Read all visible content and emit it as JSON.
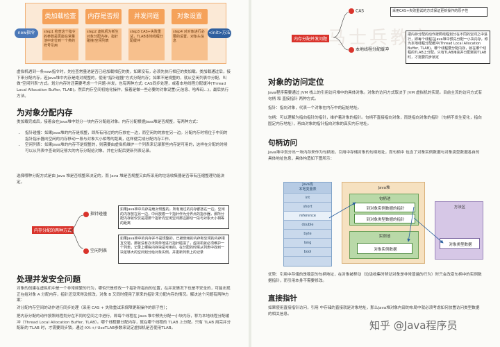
{
  "top_flow": {
    "start_label": "new指令",
    "end_label": "<init>方法",
    "steps": [
      {
        "title": "类加载检查",
        "body": "step1 检查这个指令的参数是否能在常量池中定位到一个类的符号引用"
      },
      {
        "title": "内存是否规整",
        "body": "step2 虚拟机为新生对象分配内存，指针碰撞/空闲列表"
      },
      {
        "title": "并发问题",
        "body": "step3 CAS+失败重试，TLAB本地线程分配缓冲"
      },
      {
        "title": "对象设置",
        "body": "step4 对对象进行必要的设置，对象头信息"
      }
    ]
  },
  "left": {
    "intro": "虚拟机遇到一条new指令时，先检查常量池是否已经加载相应的类，如果没有，必须先执行相应的类加载。类加载通过后，接下来分配内存。若Java堆中内存是绝对规整的，使用\"指针碰撞\"方式分配内存；如果不是规整的，就从空闲列表中分配，叫做\"空闲列表\"方式。划分内存时还需要考虑一个问题-并发，也有两种方式: CAS同步处理，或者本地线程分配缓冲(Thread Local Allocation Buffer, TLAB)。然后内存空间初始化操作，接着是做一些必要的对象设置(元信息、哈希码…)，最后执行方法。",
    "section1_title": "为对象分配内存",
    "section1_intro": "类加载完成后，接着会在Java堆中划分一块内存分配给对象。内存分配根据Java堆是否规整，有两种方式：",
    "bullets": [
      "指针碰撞：如果Java堆的内存是规整，即所有用过的内存放在一边，而空闲的的放在另一边。分配内存时将位于中间的指针指示器向空闲的内存移动一段与对象大小相等的距离，这样便完成分配内存工作。",
      "空闲列表：如果Java堆的内存不是规整的，则需要由虚拟机维护一个列表来记录那些内存是可用的，这样在分配的时候可以从列表中查询到足够大的内存分配给对象，并在分配后更新列表记录。"
    ],
    "section1_tail": "选择哪种分配方式是由 Java 堆是否规整来决定的，而 Java 堆是否规整又由所采用的垃圾收集器是否带有压缩整理功能决定。",
    "diagram": {
      "center": "内存分配的两种方式",
      "item1": "指针碰撞",
      "item2": "空闲列表",
      "note1": "如果Java堆中内存是绝对规整的，所有用过的内存都放在一边，空闲的内存放在另一边，中间放着一个指针作为分界点的指示器，那所分配内存就仅仅是把那个指针向空闲空间那边挪动一段与对象大小相等的距离",
      "note2": "如果Java堆中的内存并不是规整的，已被使用的内存和空闲的内存相互交错，那就没有办法简单地进行指针碰撞了，虚拟机就必须维护一个列表，记录上哪些内存块是可用的，在分配的时候从列表中找到一块足够大的空间划分给对象实例，并更新列表上的记录"
    },
    "section2_title": "处理并发安全问题",
    "section2_p1": "对象的创建在虚拟机中是一个非常频繁的行为，哪怕只是修改一个指针所指向的位置，在并发情况下也是不安全的，可能出现正在给对象 A 分配内存，指针还没来得及修改，对象 B 又同时使用了原来的指针来分配内存的情况。解决这个问题有两种方案：",
    "section2_p2": "对分配内存空间的动作进行同步处理（采用 CAS + 失败重试来保障更新操作的原子性）；",
    "section2_p3": "把内存分配的动作按照线程划分在不同的空间之中进行，即每个线程在 Java 堆中预先分配一小块内存，称为本地线程分配缓冲（Thread Local Allocation Buffer, TLAB）。哪个线程要分配内存，就在哪个线程的 TLAB 上分配。只有 TLAB 用完并分配新的 TLAB 时，才需要同步锁。通过-XX:+/-UseTLAB参数来设定虚拟机是否使用TLAB。"
  },
  "right": {
    "diagram": {
      "center": "内存分配并发问题",
      "item1": "CAS",
      "item2": "本地线程分配缓冲",
      "note1": "采用CAS+失败重试的方式保证更新操作的原子性",
      "note2": "把内存分配的动作按照线程划分在不同的空间之中进行，即每个线程在Java堆中预先分配一小块内存，称为本地线程分配缓冲(Thread Local Allocation Buffer, TLAB)。哪个线程要分配内存，就在哪个线程的TLAB上分配。只有TLAB用完并分配新的TLAB时，才需要同步锁定"
    },
    "section1_title": "对象的访问定位",
    "section1_p1": "Java程序需要通过 JVM 栈上的引用访问堆中的具体对象。对象的访问方式取决于 JVM 虚拟机的实现。目前主流的访问方式有 句柄 和 直接指针 两种方式。",
    "section1_p2": "指针：指向对象，代表一个对象在内存中的起始地址。",
    "section1_p3": "句柄：可以理解为指向指针的指针，维护着对象的指针。句柄不直接指向对象，而是指向对象的指针（句柄不发生变化，指向固定内存地址），再由对象的指针指向对象的真实内存地址。",
    "section2_title": "句柄访问",
    "section2_p1": "Java堆中划分出一块内存来作为句柄池，引用中存储对象的句柄地址，而句柄中 包含了对象实例数据与对象类型数据各自的具体地址信息，具体构造如下图所示：",
    "diagram2": {
      "stack_title": "Java栈\n本地变量表",
      "stack_cells": [
        "int",
        "short",
        "reference",
        "double",
        "byte",
        "long",
        "bool"
      ],
      "heap_title": "Java堆",
      "pool_title": "句柄池",
      "pool_items": [
        "到对象实例数据的指针",
        "到对象类型数据的指针"
      ],
      "instance_title": "实例池",
      "instance_item": "对象实例数据",
      "method_title": "方法区",
      "method_item": "对象类型数据"
    },
    "section2_p2": "优势：引用中存储的是稳定的句柄地址，在对象被移动（垃圾收集时移动对象是非常普遍的行为）时只会改变句柄中的实例数据指针，而引用本身不需要修改。",
    "section3_title": "直接指针",
    "section3_p1": "如果使用直接指针访问，引用 中存储的直接就是对象地址，那么Java堆对象内部的布局中就必须考虑如何放置访问类型数据的相关信息。",
    "watermark": "知乎 @Java程序员"
  }
}
